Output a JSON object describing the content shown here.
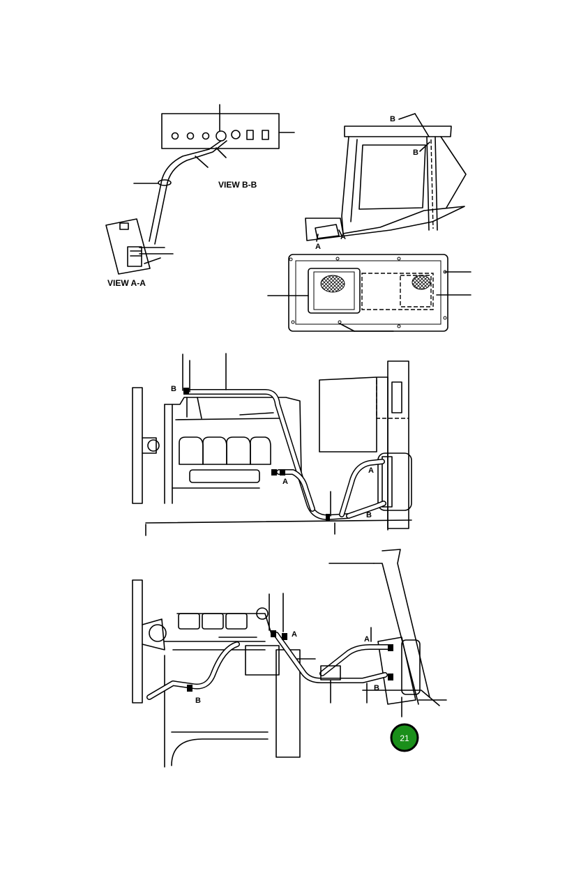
{
  "labels": {
    "view_bb": "VIEW  B-B",
    "view_aa": "VIEW  A-A",
    "a": "A",
    "b": "B"
  },
  "page_badge": {
    "number": "21",
    "color": "#1a8f1a"
  }
}
